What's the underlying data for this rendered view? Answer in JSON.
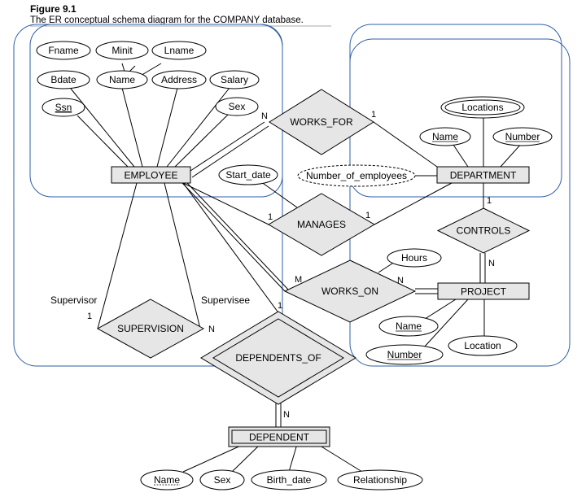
{
  "figure": {
    "label": "Figure 9.1",
    "caption": "The ER conceptual schema diagram for the COMPANY database."
  },
  "entities": {
    "employee": "EMPLOYEE",
    "department": "DEPARTMENT",
    "project": "PROJECT",
    "dependent": "DEPENDENT"
  },
  "relationships": {
    "works_for": "WORKS_FOR",
    "manages": "MANAGES",
    "works_on": "WORKS_ON",
    "controls": "CONTROLS",
    "supervision": "SUPERVISION",
    "dependents_of": "DEPENDENTS_OF"
  },
  "attributes": {
    "fname": "Fname",
    "minit": "Minit",
    "lname": "Lname",
    "bdate": "Bdate",
    "name": "Name",
    "address": "Address",
    "salary": "Salary",
    "ssn": "Ssn",
    "sex": "Sex",
    "start_date": "Start_date",
    "number_of_employees": "Number_of_employees",
    "locations": "Locations",
    "dept_name": "Name",
    "dept_number": "Number",
    "hours": "Hours",
    "proj_name": "Name",
    "proj_number": "Number",
    "location": "Location",
    "dep_name": "Name",
    "dep_sex": "Sex",
    "birth_date": "Birth_date",
    "relationship": "Relationship"
  },
  "roles": {
    "supervisor": "Supervisor",
    "supervisee": "Supervisee"
  },
  "cardinalities": {
    "works_for_employee": "N",
    "works_for_department": "1",
    "manages_employee": "1",
    "manages_department": "1",
    "works_on_employee": "M",
    "works_on_project": "N",
    "controls_department": "1",
    "controls_project": "N",
    "supervision_supervisor": "1",
    "supervision_supervisee": "N",
    "dependents_of_employee": "1",
    "dependents_of_dependent": "N"
  },
  "colors": {
    "line": "#000000",
    "shape_fill": "#e6e6e6",
    "ellipse_fill": "#ffffff",
    "highlight_border": "#2e5fa8"
  }
}
